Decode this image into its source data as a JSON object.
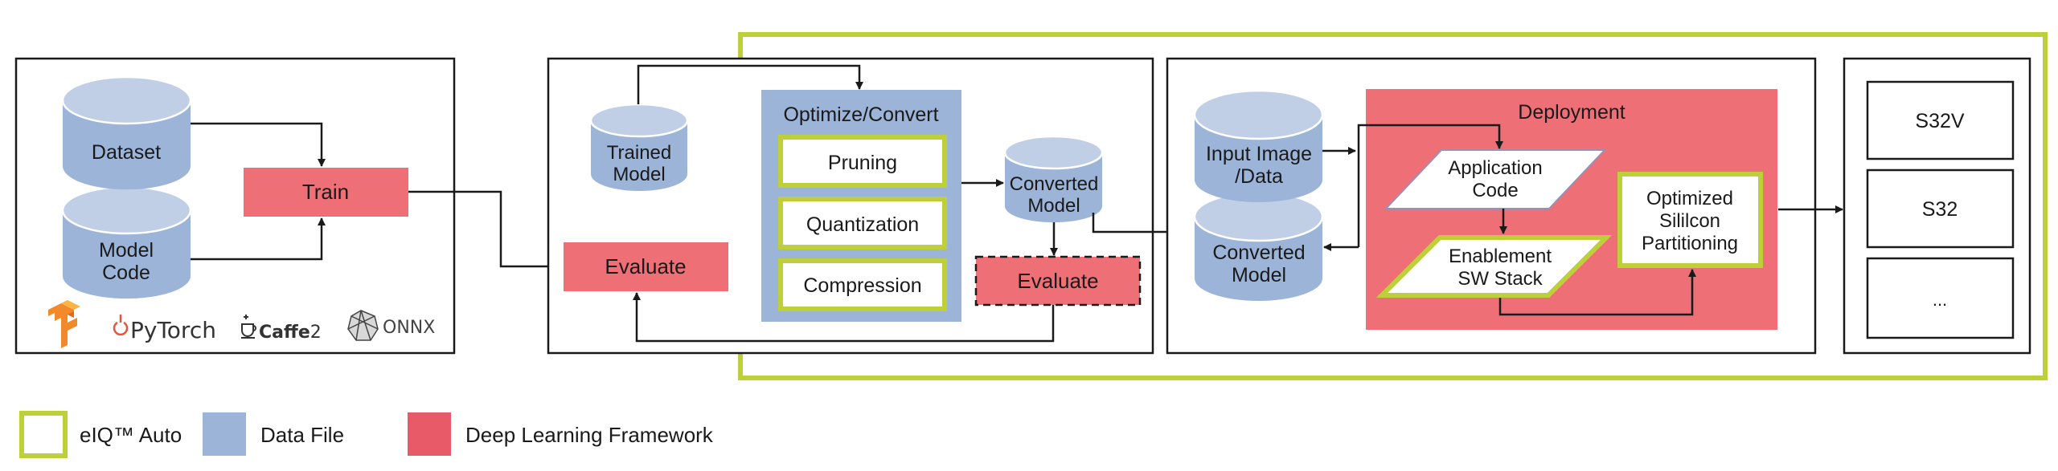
{
  "colors": {
    "eiq_auto_green": "#bdd03a",
    "data_file_blue": "#9bb4d8",
    "data_file_blue_top": "#c0cfe6",
    "framework_red": "#ee6f76",
    "legend_red": "#e85a67",
    "line": "#1a1a1a"
  },
  "training": {
    "dataset": "Dataset",
    "model_code": [
      "Model",
      "Code"
    ],
    "train": "Train",
    "frameworks": {
      "tensorflow_icon": "tensorflow-logo",
      "pytorch": "PyTorch",
      "caffe2_bold": "Caffe",
      "caffe2_num": "2",
      "onnx": "ONNX"
    }
  },
  "optimization": {
    "trained_model": [
      "Trained",
      "Model"
    ],
    "evaluate": "Evaluate",
    "optimize_title": "Optimize/Convert",
    "steps": [
      "Pruning",
      "Quantization",
      "Compression"
    ],
    "converted_model": [
      "Converted",
      "Model"
    ],
    "evaluate_converted": "Evaluate"
  },
  "deployment": {
    "input_data": [
      "Input Image",
      "/Data"
    ],
    "converted_model": [
      "Converted",
      "Model"
    ],
    "title": "Deployment",
    "application_code": [
      "Application",
      "Code"
    ],
    "enablement_stack": [
      "Enablement",
      "SW Stack"
    ],
    "optimized_partitioning": [
      "Optimized",
      "Sililcon",
      "Partitioning"
    ]
  },
  "targets": {
    "items": [
      "S32V",
      "S32",
      "..."
    ]
  },
  "legend": {
    "items": [
      {
        "label": "eIQ™ Auto",
        "kind": "outline-green"
      },
      {
        "label": "Data File",
        "kind": "fill-blue"
      },
      {
        "label": "Deep Learning Framework",
        "kind": "fill-red"
      }
    ]
  }
}
